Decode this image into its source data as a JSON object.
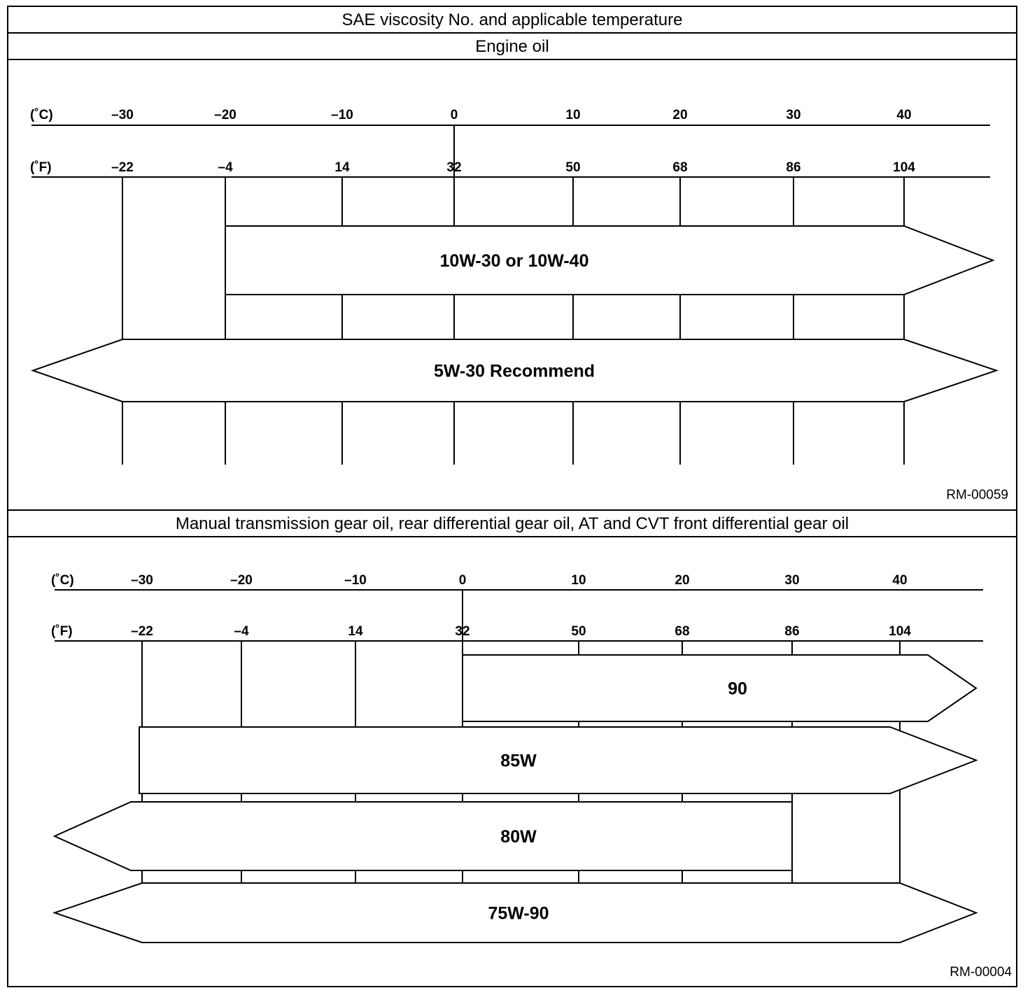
{
  "title": "SAE viscosity No. and applicable temperature",
  "sections": [
    {
      "heading": "Engine oil",
      "unit_c": "(˚C)",
      "unit_f": "(˚F)",
      "ticks_c": [
        "–30",
        "–20",
        "–10",
        "0",
        "10",
        "20",
        "30",
        "40"
      ],
      "ticks_f": [
        "–22",
        "–4",
        "14",
        "32",
        "50",
        "68",
        "86",
        "104"
      ],
      "bands": [
        {
          "label": "10W-30 or 10W-40",
          "from_c": -20,
          "to_c": 40,
          "open_left": false,
          "open_right": true
        },
        {
          "label": "5W-30 Recommend",
          "from_c": -30,
          "to_c": 40,
          "open_left": true,
          "open_right": true
        }
      ],
      "ref": "RM-00059"
    },
    {
      "heading": "Manual transmission gear oil, rear differential gear oil, AT and CVT front differential gear oil",
      "unit_c": "(˚C)",
      "unit_f": "(˚F)",
      "ticks_c": [
        "–30",
        "–20",
        "–10",
        "0",
        "10",
        "20",
        "30",
        "40"
      ],
      "ticks_f": [
        "–22",
        "–4",
        "14",
        "32",
        "50",
        "68",
        "86",
        "104"
      ],
      "bands": [
        {
          "label": "90",
          "from_c": 0,
          "to_c": 40,
          "open_left": false,
          "open_right": true
        },
        {
          "label": "85W",
          "from_c": -30,
          "to_c": 40,
          "open_left": false,
          "open_right": true
        },
        {
          "label": "80W",
          "from_c": -30,
          "to_c": 30,
          "open_left": true,
          "open_right": false
        },
        {
          "label": "75W-90",
          "from_c": -30,
          "to_c": 40,
          "open_left": true,
          "open_right": true
        }
      ],
      "ref": "RM-00004"
    }
  ]
}
